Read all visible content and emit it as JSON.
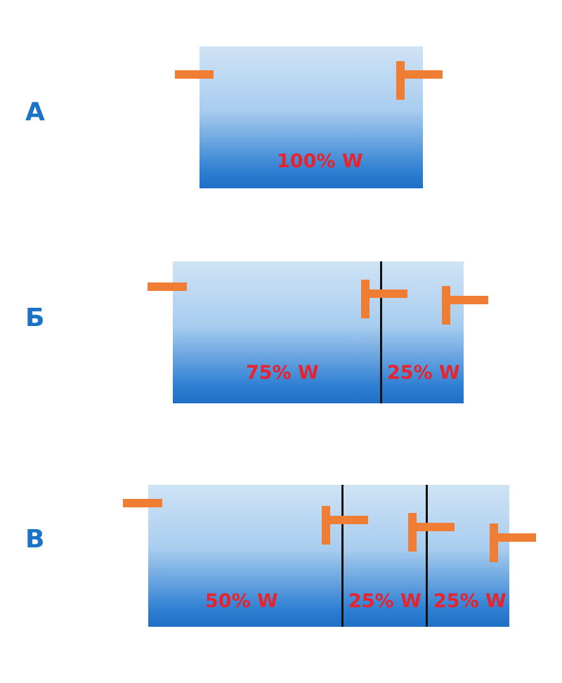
{
  "colors": {
    "label": "#1a73c6",
    "percent": "#e8232e",
    "pipe": "#ef7d33",
    "divider": "#111111"
  },
  "rows": [
    {
      "label": "А",
      "sections": [
        "100% W"
      ]
    },
    {
      "label": "Б",
      "sections": [
        "75% W",
        "25% W"
      ]
    },
    {
      "label": "В",
      "sections": [
        "50% W",
        "25% W",
        "25% W"
      ]
    }
  ]
}
